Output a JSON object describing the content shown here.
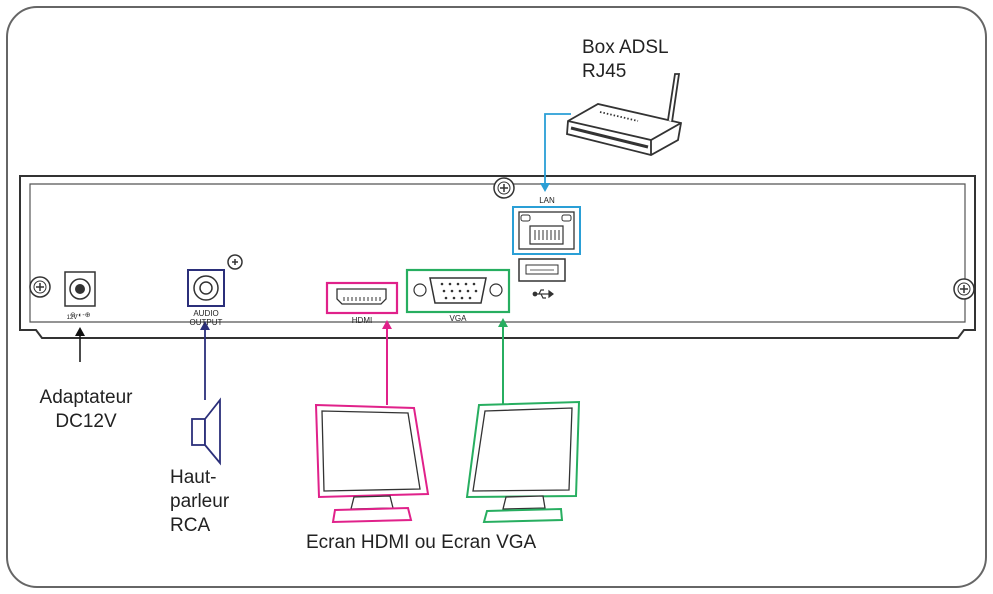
{
  "labels": {
    "router": "Box ADSL\nRJ45",
    "adapter": "Adaptateur\nDC12V",
    "speaker": "Haut-\nparleur\nRCA",
    "screens": "Ecran HDMI ou Ecran VGA"
  },
  "ports": {
    "lan": "LAN",
    "audio": "AUDIO\nOUTPUT",
    "hdmi": "HDMI",
    "vga": "VGA",
    "power": "12V"
  },
  "colors": {
    "outline": "#444444",
    "lan": "#2a9fd6",
    "audio": "#2b2f7a",
    "hdmi": "#e0218a",
    "vga": "#27ae60"
  },
  "icons": [
    "router-icon",
    "usb-icon",
    "speaker-icon",
    "monitor-icon",
    "screw-icon",
    "rj45-port-icon",
    "vga-port-icon",
    "hdmi-port-icon",
    "power-jack-icon"
  ]
}
